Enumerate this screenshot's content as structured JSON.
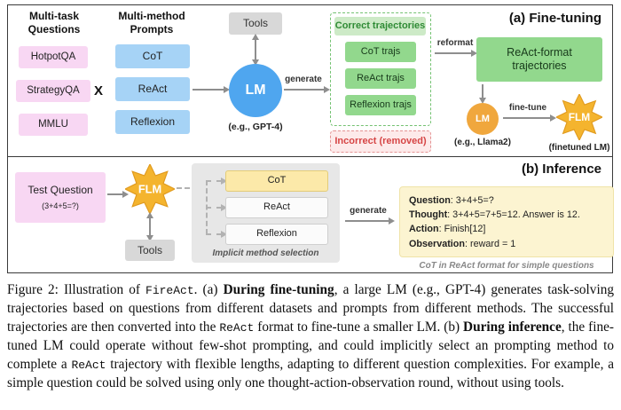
{
  "panel_a": {
    "label": "(a) Fine-tuning",
    "questions_header": "Multi-task Questions",
    "questions": [
      "HotpotQA",
      "StrategyQA",
      "MMLU"
    ],
    "cross_symbol": "X",
    "prompts_header": "Multi-method Prompts",
    "prompts": [
      "CoT",
      "ReAct",
      "Reflexion"
    ],
    "tools_label": "Tools",
    "lm_label": "LM",
    "lm_caption": "(e.g., GPT-4)",
    "generate_label": "generate",
    "correct_header": "Correct trajectories",
    "trajs": [
      "CoT trajs",
      "ReAct trajs",
      "Reflexion trajs"
    ],
    "incorrect_label": "Incorrect (removed)",
    "reformat_label": "reformat",
    "react_format_line1": "ReAct-format",
    "react_format_line2": "trajectories",
    "small_lm_label": "LM",
    "small_lm_caption": "(e.g., Llama2)",
    "finetune_label": "fine-tune",
    "flm_label": "FLM",
    "flm_caption": "(finetuned LM)"
  },
  "panel_b": {
    "label": "(b) Inference",
    "test_question_title": "Test Question",
    "test_question_sub": "(3+4+5=?)",
    "flm_label": "FLM",
    "tools_label": "Tools",
    "methods": [
      "CoT",
      "ReAct",
      "Reflexion"
    ],
    "selection_caption": "Implicit method selection",
    "generate_label": "generate",
    "trajectory": [
      {
        "key": "Question",
        "value": ": 3+4+5=?"
      },
      {
        "key": "Thought",
        "value": ": 3+4+5=7+5=12. Answer is 12."
      },
      {
        "key": "Action",
        "value": ": Finish[12]"
      },
      {
        "key": "Observation",
        "value": ": reward = 1"
      }
    ],
    "trajectory_caption": "CoT in ReAct format for simple questions"
  },
  "caption": {
    "segments": [
      {
        "text": "Figure 2: Illustration of ",
        "style": "normal"
      },
      {
        "text": "FireAct",
        "style": "mono"
      },
      {
        "text": ". (a) ",
        "style": "normal"
      },
      {
        "text": "During fine-tuning",
        "style": "bold"
      },
      {
        "text": ", a large LM (e.g., GPT-4) generates task-solving trajectories based on questions from different datasets and prompts from different methods. The successful trajectories are then converted into the ",
        "style": "normal"
      },
      {
        "text": "ReAct",
        "style": "mono"
      },
      {
        "text": " format to fine-tune a smaller LM. (b) ",
        "style": "normal"
      },
      {
        "text": "During inference",
        "style": "bold"
      },
      {
        "text": ", the fine-tuned LM could operate without few-shot prompting, and could implicitly select an prompting method to complete a ",
        "style": "normal"
      },
      {
        "text": "ReAct",
        "style": "mono"
      },
      {
        "text": " trajectory with flexible lengths, adapting to different question complexities. For example, a simple question could be solved using only one thought-action-observation round, without using tools.",
        "style": "normal"
      }
    ]
  },
  "colors": {
    "pink_box": "#f8d7f3",
    "blue_box": "#a6d3f6",
    "lm_circle_blue": "#4fa6ef",
    "green_box": "#92d88d",
    "green_header_bg": "#cdeac7",
    "green_text": "#2f8b35",
    "incorrect_red": "#d64545",
    "orange_circle": "#f0a73d",
    "star_gold": "#f4b42e",
    "tools_gray": "#d8d8d8",
    "method_highlight_yellow": "#fce9a9",
    "output_yellow": "#fcf4d1"
  }
}
